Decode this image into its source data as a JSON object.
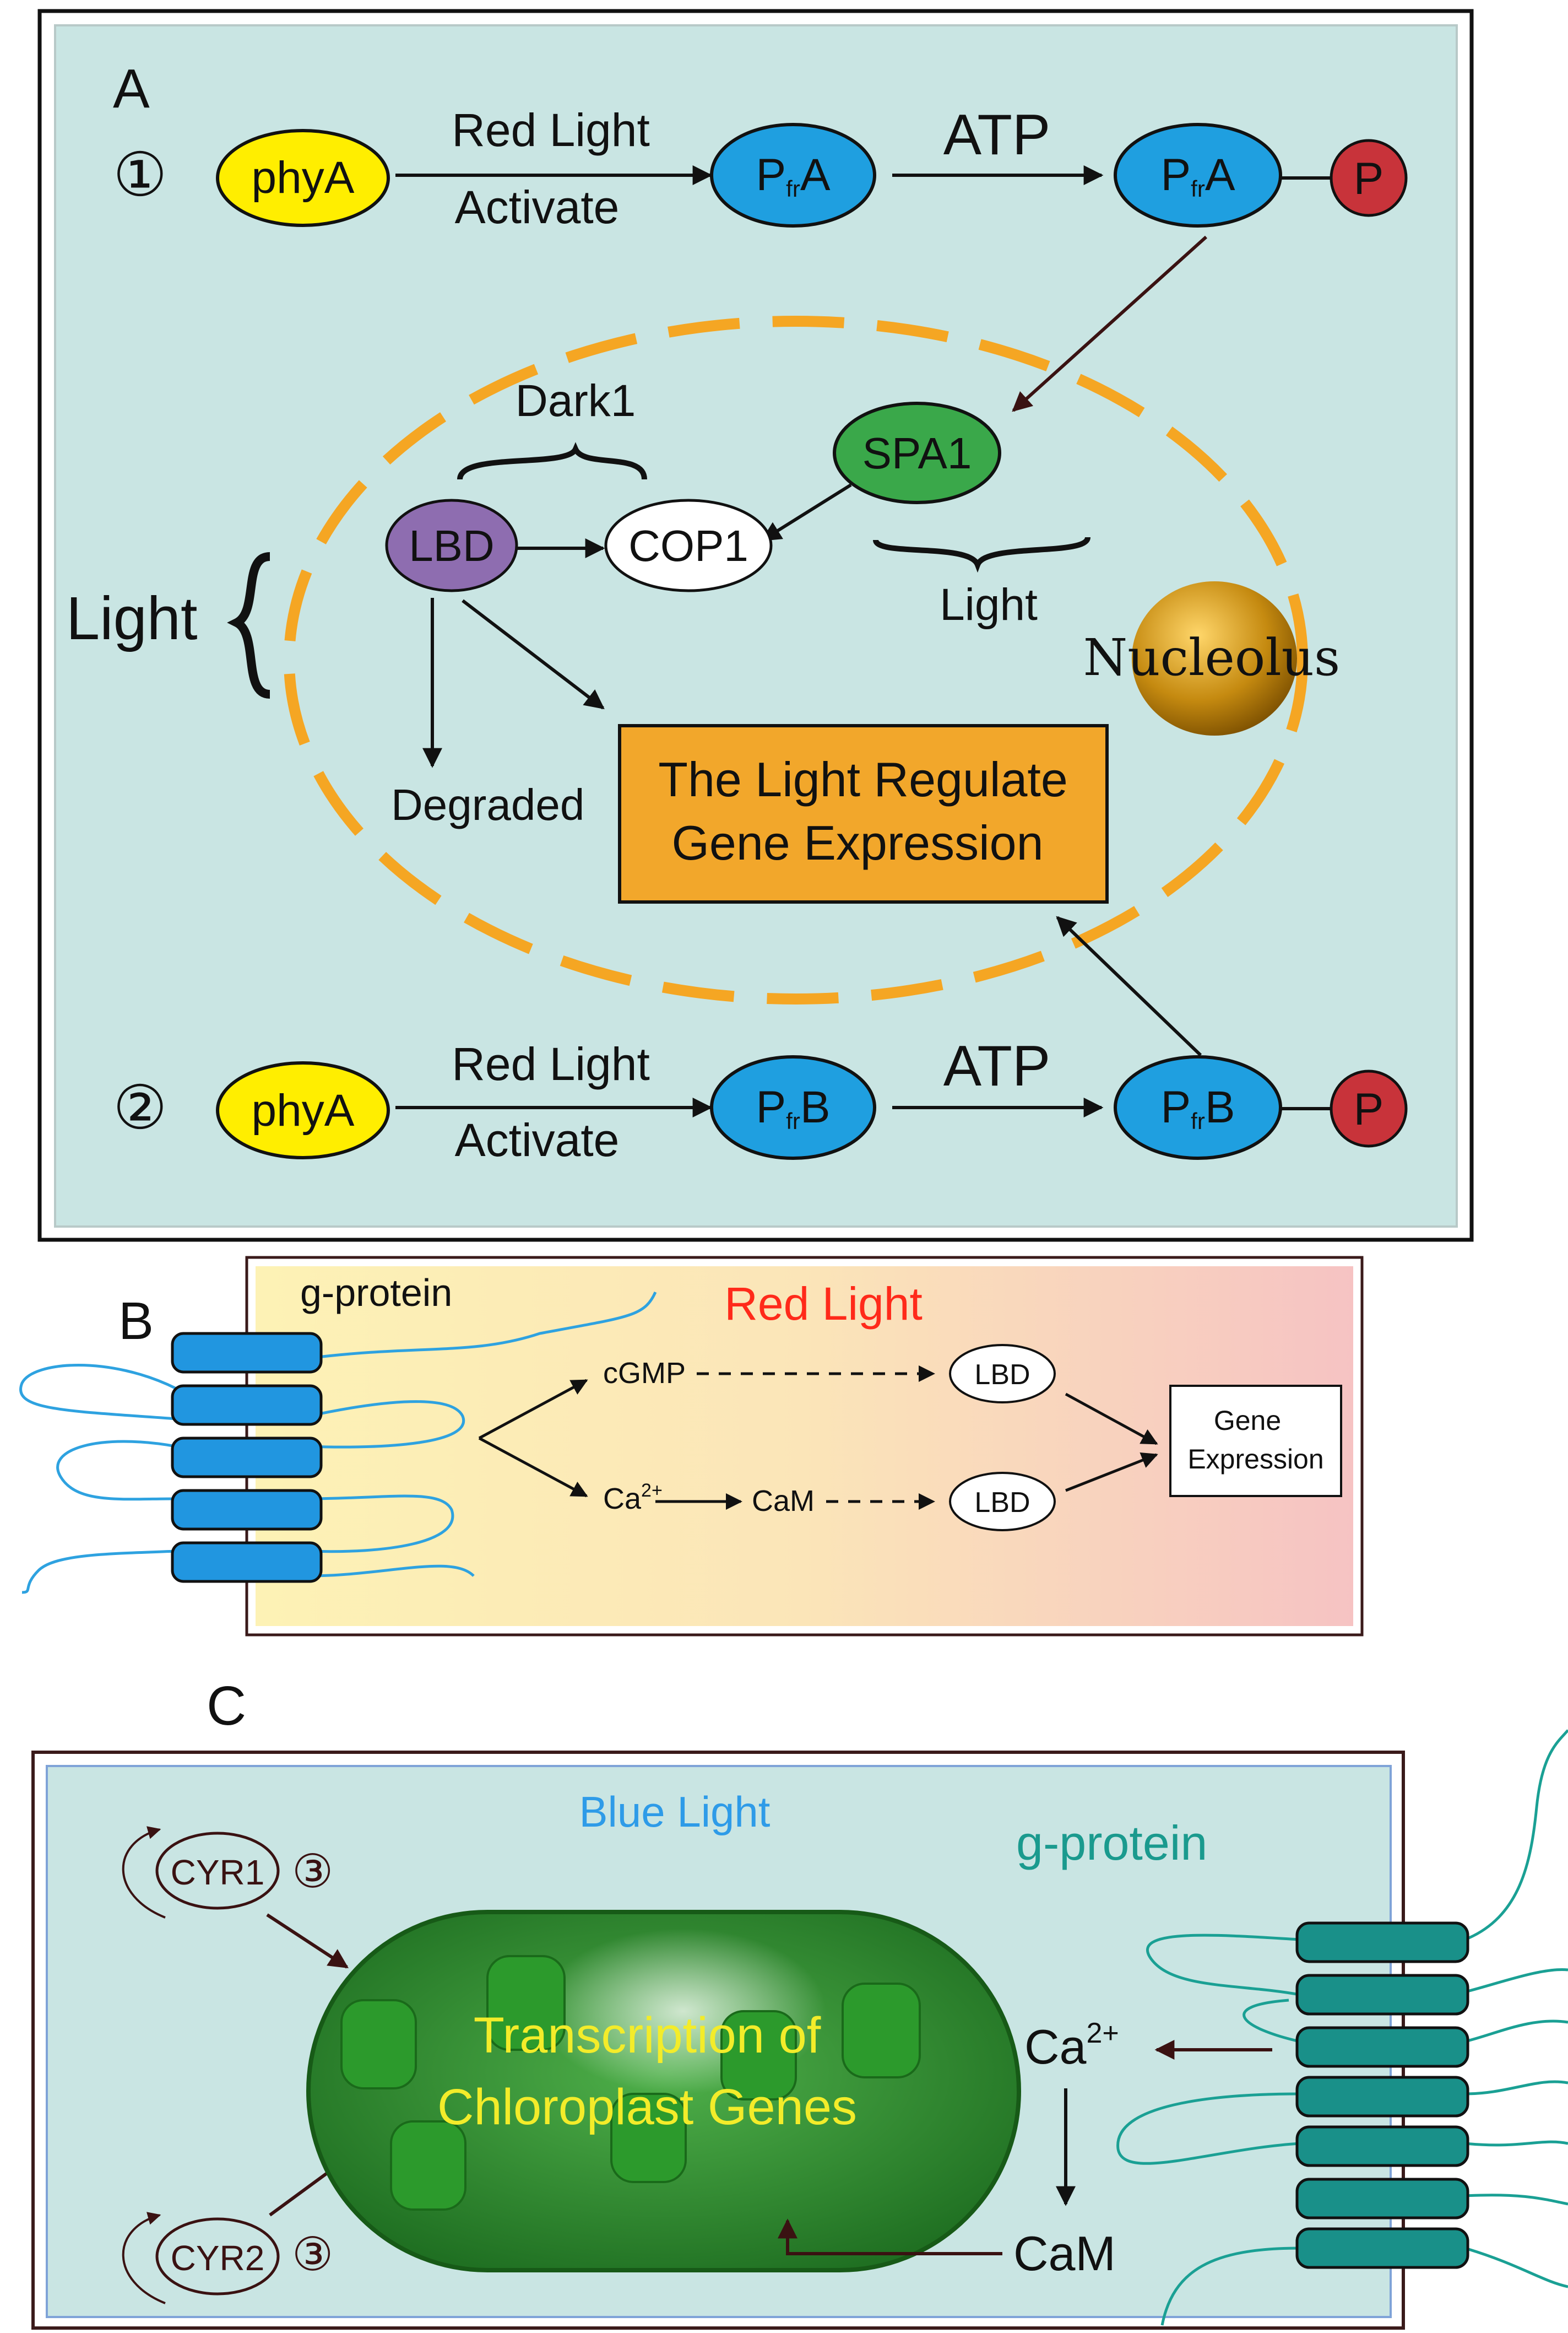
{
  "panelA": {
    "label": "A",
    "pathway1": {
      "marker": "①",
      "phy": "phyA",
      "red_light": "Red Light",
      "activate": "Activate",
      "pfr_main": "P",
      "pfr_sub": "fr",
      "pfr_suffix": "A",
      "atp": "ATP",
      "p": "P"
    },
    "pathway2": {
      "marker": "②",
      "phy": "phyA",
      "red_light": "Red Light",
      "activate": "Activate",
      "pfr_main": "P",
      "pfr_sub": "fr",
      "pfr_suffix": "B",
      "atp": "ATP",
      "p": "P"
    },
    "dark1": "Dark1",
    "spa1": "SPA1",
    "lbd": "LBD",
    "cop1": "COP1",
    "light_label": "Light",
    "light_brace_label": "Light",
    "nucleolus": "Nucleolus",
    "degraded": "Degraded",
    "gene_box_line1": "The Light Regulate",
    "gene_box_line2": "Gene Expression"
  },
  "panelB": {
    "label": "B",
    "g_protein": "g-protein",
    "red_light": "Red Light",
    "cgmp": "cGMP",
    "ca": "Ca",
    "ca_sup": "2+",
    "cam": "CaM",
    "lbd_top": "LBD",
    "lbd_bottom": "LBD",
    "gene_line1": "Gene",
    "gene_line2": "Expression"
  },
  "panelC": {
    "label": "C",
    "blue_light": "Blue Light",
    "g_protein": "g-protein",
    "cyr1": "CYR1",
    "cyr2": "CYR2",
    "marker": "③",
    "transcription_line1": "Transcription of",
    "transcription_line2": "Chloroplast Genes",
    "ca": "Ca",
    "ca_sup": "2+",
    "cam": "CaM"
  },
  "colors": {
    "panel_bg": "#c9e5e3",
    "phy_yellow": "#ffee00",
    "pfr_blue": "#1f9fe0",
    "p_red": "#c8333a",
    "spa1_green": "#3aa84a",
    "lbd_purple": "#8e6db0",
    "gene_orange": "#f2a72b",
    "dash_orange": "#f5a623",
    "nucleolus_gold": "#c58a10",
    "receptor_blue": "#2196e0",
    "receptor_teal": "#199089",
    "red_text": "#ff2a1a",
    "blue_text": "#2e9be8",
    "teal_text": "#1a9a8e",
    "chloro_green": "#2a8a2a",
    "chloro_text": "#f3ec2a"
  }
}
